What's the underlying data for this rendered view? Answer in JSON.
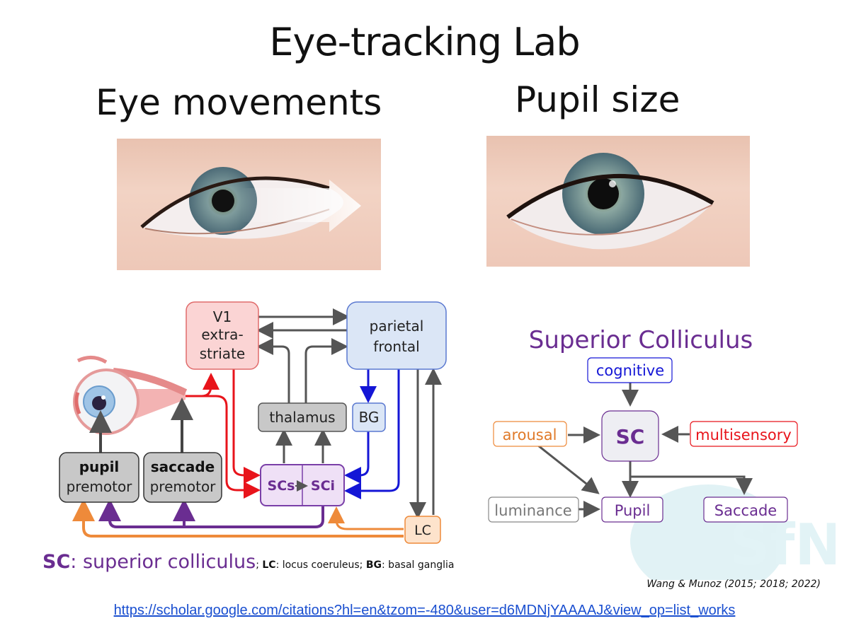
{
  "slide": {
    "title": "Eye-tracking Lab",
    "left_heading": "Eye movements",
    "right_heading": "Pupil size"
  },
  "images": {
    "left": "eye-with-movement-arrow",
    "right": "eye-closeup"
  },
  "circuit_diagram": {
    "nodes": {
      "v1": [
        "V1",
        "extra-",
        "striate"
      ],
      "parietal": [
        "parietal",
        "frontal"
      ],
      "thalamus": "thalamus",
      "bg": "BG",
      "pupil_premotor": {
        "bold": "pupil",
        "normal": "premotor"
      },
      "saccade_premotor": {
        "bold": "saccade",
        "normal": "premotor"
      },
      "scs": "SCs",
      "sci": "SCi",
      "lc": "LC"
    },
    "colors": {
      "red": "#e8141b",
      "blue": "#1416d6",
      "gray": "#555555",
      "purple": "#6a2d91",
      "orange": "#ee8a3a"
    }
  },
  "sc_diagram": {
    "title": "Superior Colliculus",
    "nodes": {
      "cognitive": "cognitive",
      "sc": "SC",
      "arousal": "arousal",
      "multisensory": "multisensory",
      "luminance": "luminance",
      "pupil": "Pupil",
      "saccade": "Saccade"
    }
  },
  "footnote": {
    "sc_abbr": "SC",
    "sc_full": ": superior colliculus",
    "sep1": "; ",
    "lc_abbr": "LC",
    "lc_full": ": locus coeruleus; ",
    "bg_abbr": "BG",
    "bg_full": ": basal ganglia"
  },
  "citation": "Wang & Munoz (2015; 2018; 2022)",
  "link": "https://scholar.google.com/citations?hl=en&tzom=-480&user=d6MDNjYAAAAJ&view_op=list_works",
  "watermark": "SfN"
}
